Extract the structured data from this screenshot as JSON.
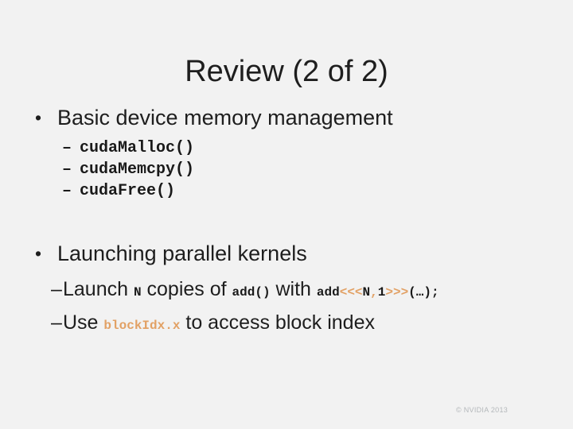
{
  "title": "Review (2 of 2)",
  "footer": "© NVIDIA 2013",
  "colors": {
    "background": "#F2F2F2",
    "text": "#1E1E1E",
    "code": "#1A1A1A",
    "accent": "#E2A165",
    "footer_text": "#B4B8BB"
  },
  "sections": [
    {
      "bullet": "•",
      "label": "Basic device memory management",
      "code_lines": [
        {
          "dash": "–",
          "code": "cudaMalloc()"
        },
        {
          "dash": "–",
          "code": "cudaMemcpy()"
        },
        {
          "dash": "–",
          "code": "cudaFree()"
        }
      ]
    },
    {
      "bullet": "•",
      "label": "Launching parallel kernels",
      "lines": [
        {
          "dash": "–",
          "tokens": [
            {
              "t": "Launch ",
              "k": "sans"
            },
            {
              "t": "N",
              "k": "code"
            },
            {
              "t": " copies of ",
              "k": "sans"
            },
            {
              "t": "add()",
              "k": "code"
            },
            {
              "t": " with ",
              "k": "sans"
            },
            {
              "t": "add",
              "k": "code"
            },
            {
              "t": "<<<",
              "k": "accent"
            },
            {
              "t": "N",
              "k": "code"
            },
            {
              "t": ",",
              "k": "accent"
            },
            {
              "t": "1",
              "k": "code"
            },
            {
              "t": ">>>",
              "k": "accent"
            },
            {
              "t": "(…);",
              "k": "code"
            }
          ]
        },
        {
          "dash": "–",
          "tokens": [
            {
              "t": "Use ",
              "k": "sans"
            },
            {
              "t": "blockIdx.x",
              "k": "accent"
            },
            {
              "t": " to access block index",
              "k": "sans"
            }
          ]
        }
      ]
    }
  ]
}
